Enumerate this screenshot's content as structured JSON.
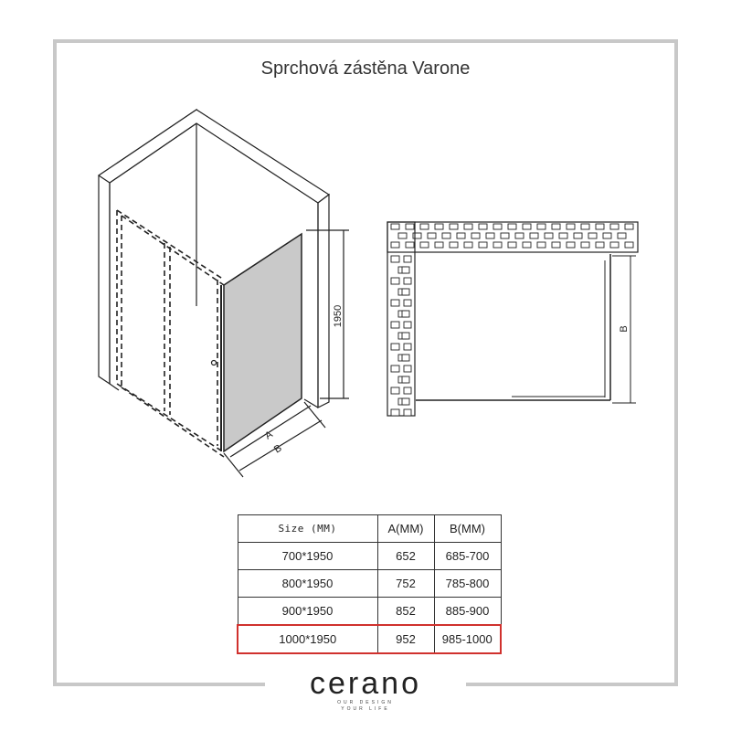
{
  "title": "Sprchová zástěna Varone",
  "labels": {
    "height": "1950",
    "a": "A",
    "b": "B",
    "plan_b": "B"
  },
  "table": {
    "headers": [
      "Size (MM)",
      "A(MM)",
      "B(MM)"
    ],
    "rows": [
      [
        "700*1950",
        "652",
        "685-700"
      ],
      [
        "800*1950",
        "752",
        "785-800"
      ],
      [
        "900*1950",
        "852",
        "885-900"
      ],
      [
        "1000*1950",
        "952",
        "985-1000"
      ]
    ],
    "highlight_row_index": 3,
    "highlight_color": "#d0312d"
  },
  "brand": {
    "name": "cerano",
    "tagline_1": "OUR DESIGN",
    "tagline_2": "YOUR LIFE"
  },
  "colors": {
    "frame": "#c8c8c8",
    "glass": "#c9c9c9",
    "line": "#222222"
  }
}
